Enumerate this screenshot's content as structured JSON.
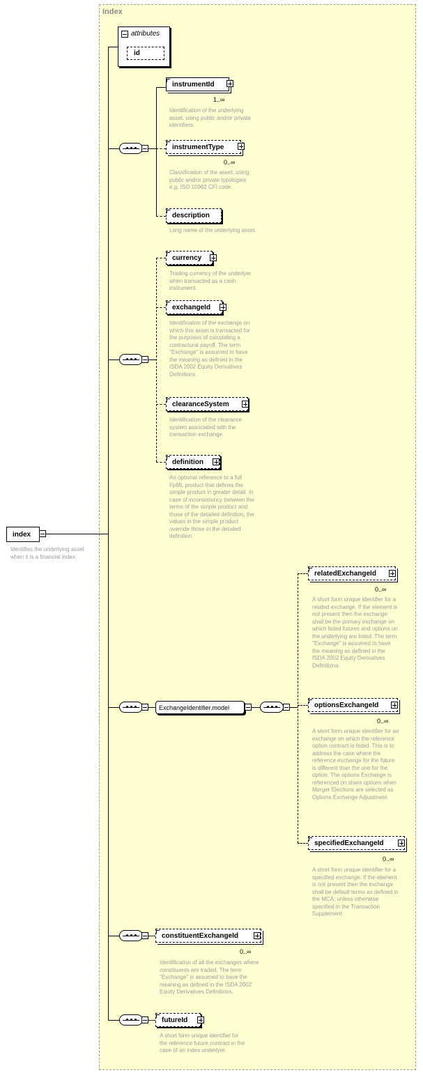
{
  "panel": {
    "title": "Index"
  },
  "root": {
    "name": "index",
    "description": "Identifies the underlying asset when it is a financial index."
  },
  "attributes": {
    "label": "attributes",
    "items": [
      "id"
    ]
  },
  "group1": [
    {
      "name": "instrumentId",
      "cardinality": "1..∞",
      "description": "Identification of the underlying asset, using public and/or private identifiers."
    },
    {
      "name": "instrumentType",
      "cardinality": "0..∞",
      "description": "Classification of the asset, using public and/or private typologies e.g. ISO 10962 CFI code."
    },
    {
      "name": "description",
      "cardinality": "",
      "description": "Long name of the underlying asset."
    }
  ],
  "group2": [
    {
      "name": "currency",
      "description": "Trading currency of the underlyer when transacted as a cash instrument."
    },
    {
      "name": "exchangeId",
      "description": "Identification of the exchange on which this asset is transacted for the purposes of calculating a contractural payoff. The term \"Exchange\" is assumed to have the meaning as defined in the ISDA 2002 Equity Derivatives Definitions."
    },
    {
      "name": "clearanceSystem",
      "description": "Identification of the clearance system associated with the transaction exchange."
    },
    {
      "name": "definition",
      "description": "An optional reference to a full FpML product that defines the simple product in greater detail. In case of inconsistency between the terms of the simple product and those of the detailed definition, the values in the simple product override those in the detailed definition."
    }
  ],
  "model": {
    "name": "ExchangeIdentifier.model"
  },
  "exchange_group": [
    {
      "name": "relatedExchangeId",
      "cardinality": "0..∞",
      "description": "A short form unique identifier for a related exchange. If the element is not present then the exchange shall be the primary exchange on which listed futures and options on the underlying are listed. The term \"Exchange\" is assumed to have the meaning as defined in the ISDA 2002 Equity Derivatives Definitions."
    },
    {
      "name": "optionsExchangeId",
      "cardinality": "0..∞",
      "description": "A short form unique identifier for an exchange on which the reference option contract is listed. This is to address the case where the reference exchange for the future is different than the one for the option. The options Exchange is referenced on share options when Merger Elections are selected as Options Exchange Adjustment."
    },
    {
      "name": "specifiedExchangeId",
      "cardinality": "0..∞",
      "description": "A short form unique identifier for a specified exchange. If the element is not present then the exchange shall be default terms as defined in the MCA; unless otherwise specified in the Transaction Supplement."
    }
  ],
  "constituent": {
    "name": "constituentExchangeId",
    "cardinality": "0..∞",
    "description": "Identification of all the exchanges where constituents are traded. The term \"Exchange\" is assumed to have the meaning as defined in the ISDA 2002 Equity Derivatives Definitions."
  },
  "future": {
    "name": "futureId",
    "description": "A short form unique identifier for the reference future contract in the case of an index underlyer."
  }
}
